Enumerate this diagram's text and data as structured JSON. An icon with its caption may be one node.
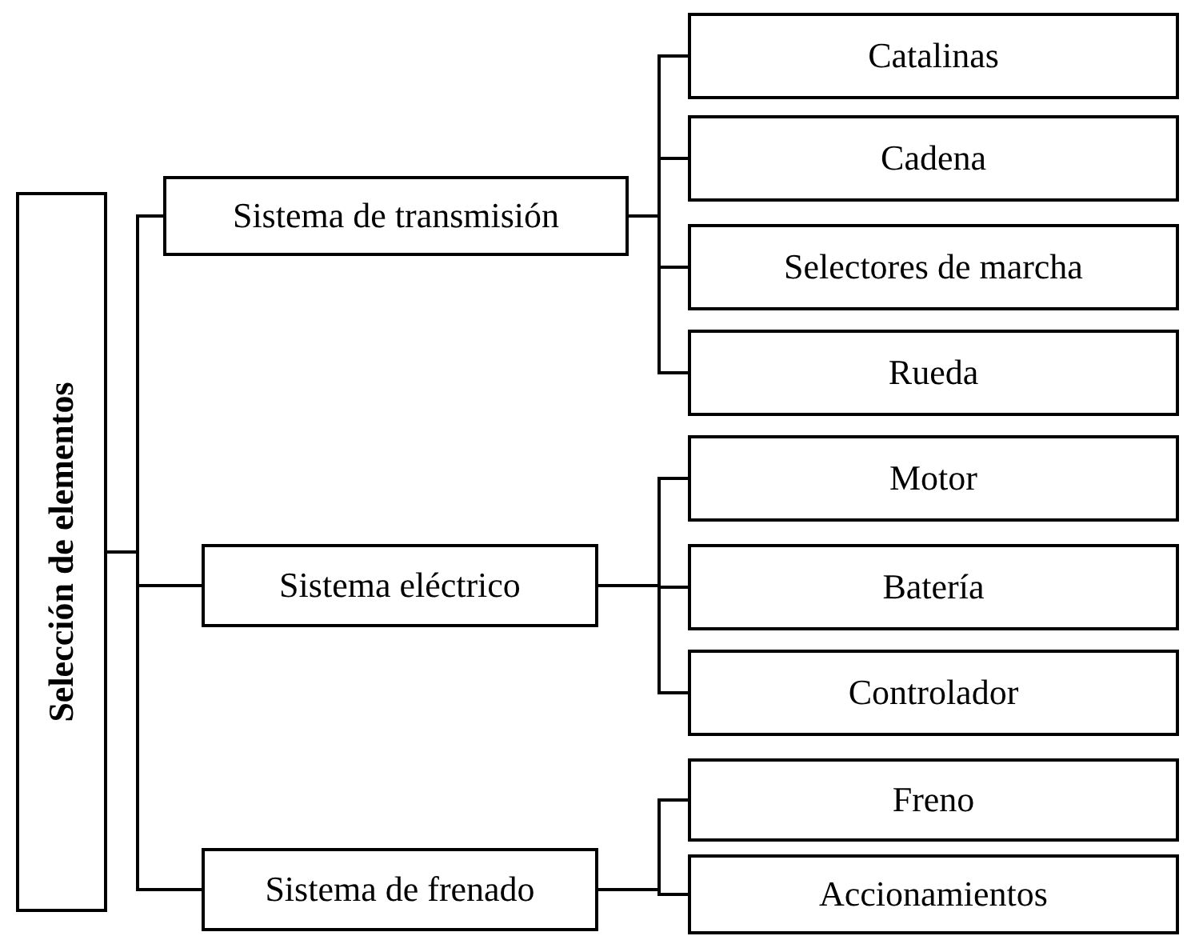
{
  "diagram": {
    "nodes": [
      {
        "text": [
          "Selección de elementos"
        ]
      },
      {
        "text": [
          "Sistema de transmisión"
        ]
      },
      {
        "text": [
          "Sistema eléctrico"
        ]
      },
      {
        "text": [
          "Sistema de frenado"
        ]
      },
      {
        "text": [
          "Catalinas"
        ]
      },
      {
        "text": [
          "Cadena"
        ]
      },
      {
        "text": [
          "Selectores de marcha"
        ]
      },
      {
        "text": [
          "Rueda"
        ]
      },
      {
        "text": [
          "Motor"
        ]
      },
      {
        "text": [
          "Batería"
        ]
      },
      {
        "text": [
          "Controlador"
        ]
      },
      {
        "text": [
          "Freno"
        ]
      },
      {
        "text": [
          "Accionamientos"
        ]
      }
    ],
    "edges": [
      {
        "from": 0,
        "to": 1,
        "arrow": "none"
      },
      {
        "from": 0,
        "to": 2,
        "arrow": "none"
      },
      {
        "from": 0,
        "to": 3,
        "arrow": "none"
      },
      {
        "from": 1,
        "to": 4,
        "arrow": "none"
      },
      {
        "from": 1,
        "to": 5,
        "arrow": "none"
      },
      {
        "from": 1,
        "to": 6,
        "arrow": "none"
      },
      {
        "from": 1,
        "to": 7,
        "arrow": "none"
      },
      {
        "from": 2,
        "to": 8,
        "arrow": "none"
      },
      {
        "from": 2,
        "to": 9,
        "arrow": "none"
      },
      {
        "from": 2,
        "to": 10,
        "arrow": "none"
      },
      {
        "from": 3,
        "to": 11,
        "arrow": "none"
      },
      {
        "from": 3,
        "to": 12,
        "arrow": "none"
      }
    ]
  }
}
